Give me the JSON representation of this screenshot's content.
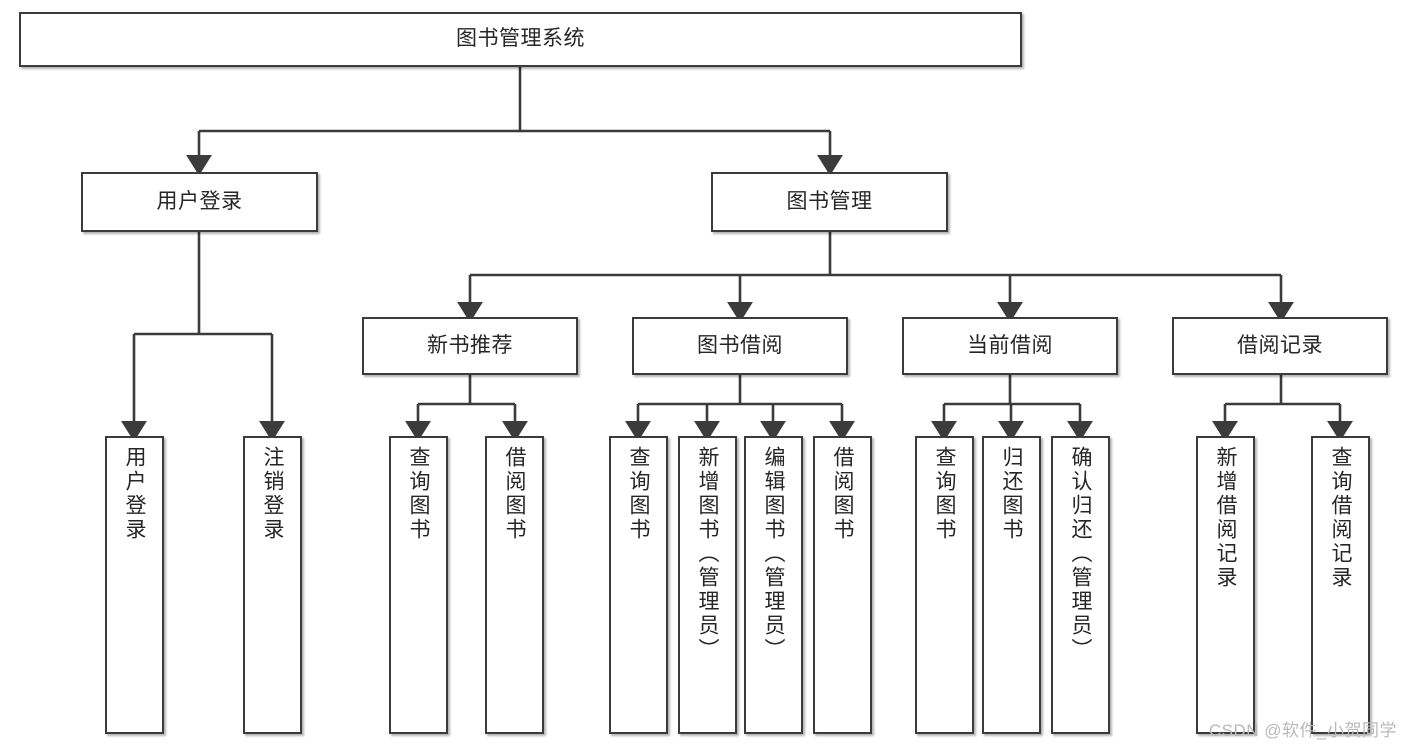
{
  "diagram": {
    "title": "图书管理系统",
    "type": "tree-hierarchy",
    "stroke_color": "#3b3b3b",
    "fill_color": "#ffffff",
    "text_color": "#262626"
  },
  "root": {
    "label": "图书管理系统"
  },
  "level2": [
    {
      "label": "用户登录"
    },
    {
      "label": "图书管理"
    }
  ],
  "level3": [
    {
      "label": "新书推荐"
    },
    {
      "label": "图书借阅"
    },
    {
      "label": "当前借阅"
    },
    {
      "label": "借阅记录"
    }
  ],
  "leaves": {
    "user_login": [
      {
        "label": "用户登录"
      },
      {
        "label": "注销登录"
      }
    ],
    "new_book_recommend": [
      {
        "label": "查询图书"
      },
      {
        "label": "借阅图书"
      }
    ],
    "book_borrow": [
      {
        "label": "查询图书"
      },
      {
        "label": "新增图书（管理员）"
      },
      {
        "label": "编辑图书（管理员）"
      },
      {
        "label": "借阅图书"
      }
    ],
    "current_borrow": [
      {
        "label": "查询图书"
      },
      {
        "label": "归还图书"
      },
      {
        "label": "确认归还（管理员）"
      }
    ],
    "borrow_record": [
      {
        "label": "新增借阅记录"
      },
      {
        "label": "查询借阅记录"
      }
    ]
  },
  "watermark": {
    "text": "CSDN @软件_小贺同学"
  }
}
